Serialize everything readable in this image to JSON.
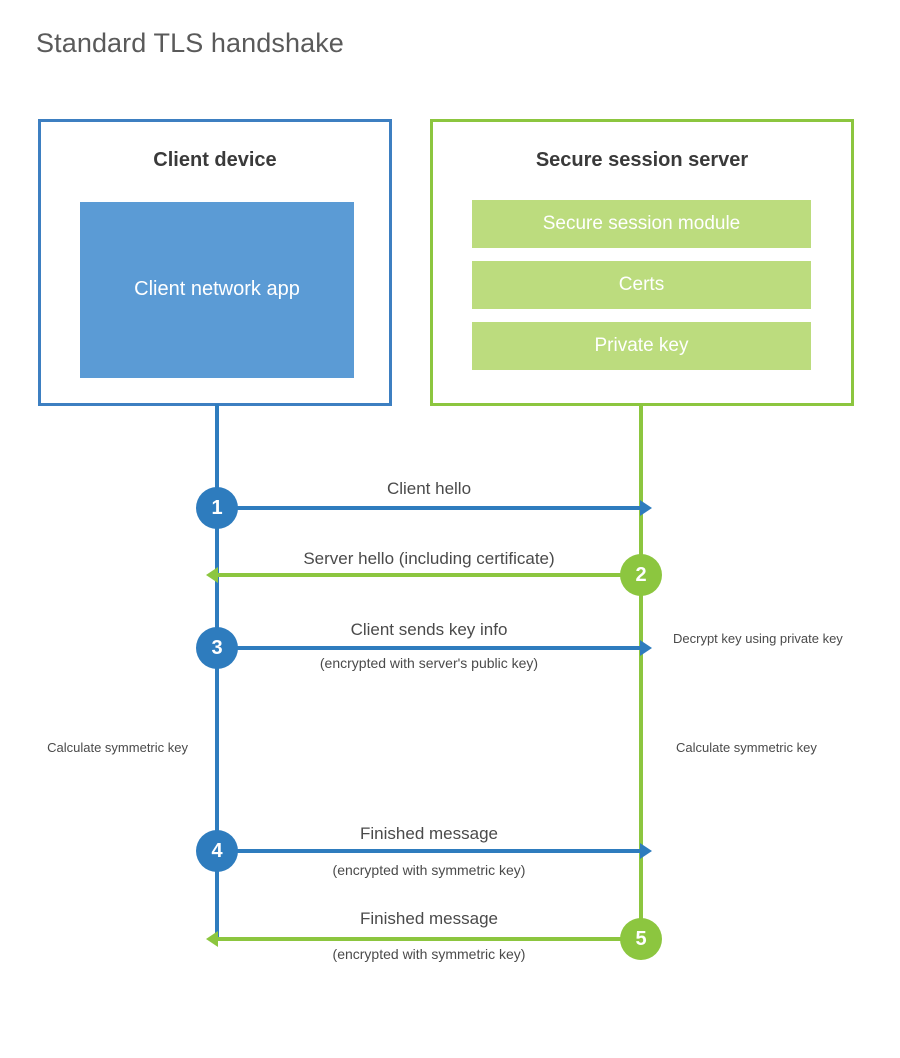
{
  "title": "Standard TLS handshake",
  "parties": {
    "client": {
      "title": "Client device",
      "components": [
        {
          "label": "Client network app"
        }
      ]
    },
    "server": {
      "title": "Secure session server",
      "components": [
        {
          "label": "Secure session module"
        },
        {
          "label": "Certs"
        },
        {
          "label": "Private key"
        }
      ]
    }
  },
  "steps": [
    {
      "number": "1",
      "direction": "client-to-server",
      "label": "Client hello",
      "sublabel": ""
    },
    {
      "number": "2",
      "direction": "server-to-client",
      "label": "Server hello (including certificate)",
      "sublabel": ""
    },
    {
      "number": "3",
      "direction": "client-to-server",
      "label": "Client sends key info",
      "sublabel": "(encrypted with server's public key)"
    },
    {
      "number": "4",
      "direction": "client-to-server",
      "label": "Finished message",
      "sublabel": "(encrypted with symmetric key)"
    },
    {
      "number": "5",
      "direction": "server-to-client",
      "label": "Finished message",
      "sublabel": "(encrypted with symmetric key)"
    }
  ],
  "annotations": {
    "decrypt_key": "Decrypt key using private key",
    "calculate_symmetric_key_client": "Calculate symmetric key",
    "calculate_symmetric_key_server": "Calculate symmetric key"
  },
  "colors": {
    "client_accent": "#2e7cbe",
    "client_border": "#3d7fc1",
    "client_fill": "#5b9bd5",
    "server_accent": "#8cc63f",
    "server_fill": "#bcdc7e",
    "title_text": "#5a5a5a",
    "body_text": "#4a4a4a",
    "background": "#ffffff"
  }
}
